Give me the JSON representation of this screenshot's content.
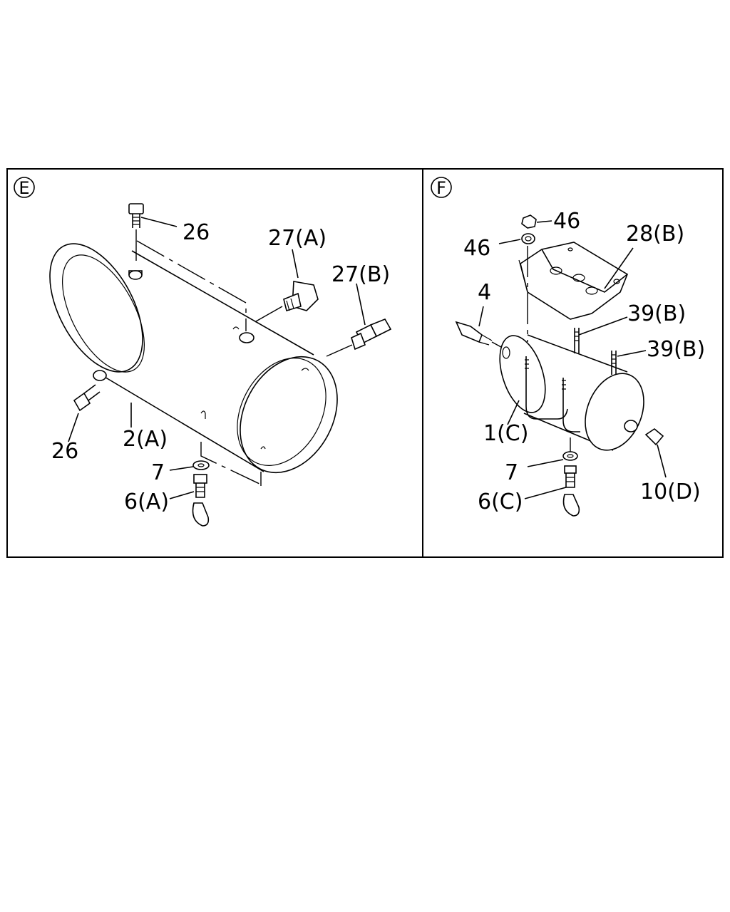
{
  "panels": [
    {
      "id": "E",
      "labels": {
        "bolt_top": "26",
        "bolt_left": "26",
        "elbow_fitting": "27(A)",
        "straight_fitting": "27(B)",
        "tank": "2(A)",
        "washer": "7",
        "drain_valve": "6(A)"
      }
    },
    {
      "id": "F",
      "labels": {
        "nut_top": "46",
        "nut_lower": "46",
        "bracket": "28(B)",
        "ubolt_a": "39(B)",
        "ubolt_b": "39(B)",
        "switch": "4",
        "tank": "1(C)",
        "washer": "7",
        "drain_valve": "6(C)",
        "plug": "10(D)"
      }
    }
  ]
}
